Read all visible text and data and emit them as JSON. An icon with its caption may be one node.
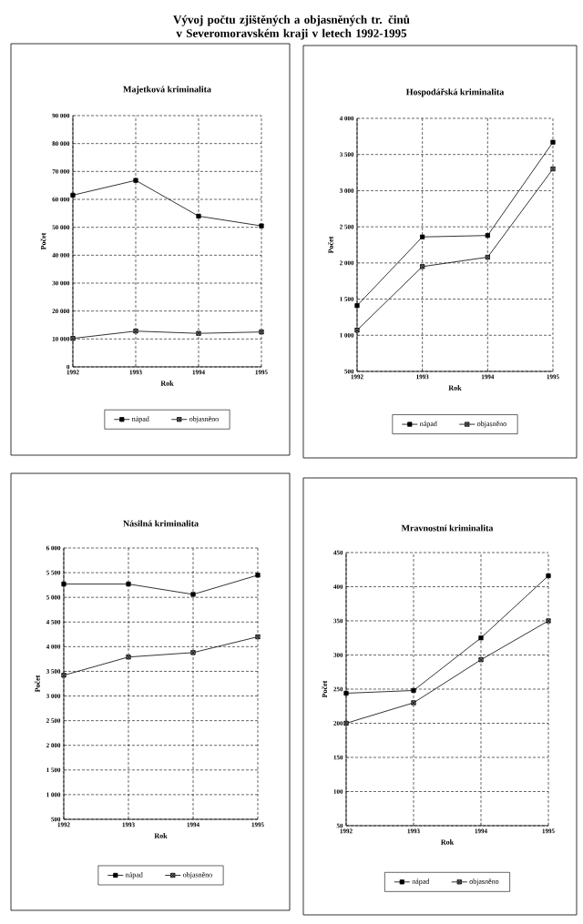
{
  "diagram": {
    "title": "Vývoj počtu zjištěných a objasněných tr. činů v Severomoravském kraji v letech 1992-1995",
    "chart_data": [
      {
        "type": "line",
        "grid": true,
        "legend": true,
        "title": "Majetková kriminalita",
        "xlabel": "Rok",
        "ylabel": "Počet",
        "categories": [
          "1992",
          "1993",
          "1994",
          "1995"
        ],
        "ylim": [
          0,
          90000
        ],
        "yticks": [
          {
            "value": 0,
            "label": "0"
          },
          {
            "value": 10000,
            "label": "10 000"
          },
          {
            "value": 20000,
            "label": "20 000"
          },
          {
            "value": 30000,
            "label": "30 000"
          },
          {
            "value": 40000,
            "label": "40 000"
          },
          {
            "value": 50000,
            "label": "50 000"
          },
          {
            "value": 60000,
            "label": "60 000"
          },
          {
            "value": 70000,
            "label": "70 000"
          },
          {
            "value": 80000,
            "label": "80 000"
          },
          {
            "value": 90000,
            "label": "90 000"
          }
        ],
        "series": [
          {
            "name": "nápad",
            "color": "#000000",
            "marker": "square",
            "values": [
              61500,
              66800,
              54000,
              50500
            ]
          },
          {
            "name": "objasněno",
            "color": "#000000",
            "marker": "square-x",
            "values": [
              10200,
              12800,
              12000,
              12500
            ]
          }
        ]
      },
      {
        "type": "line",
        "grid": true,
        "legend": true,
        "title": "Hospodářská kriminalita",
        "xlabel": "Rok",
        "ylabel": "Počet",
        "categories": [
          "1992",
          "1993",
          "1994",
          "1995"
        ],
        "ylim": [
          500,
          4000
        ],
        "yticks": [
          {
            "value": 500,
            "label": "500"
          },
          {
            "value": 1000,
            "label": "1 000"
          },
          {
            "value": 1500,
            "label": "1 500"
          },
          {
            "value": 2000,
            "label": "2 000"
          },
          {
            "value": 2500,
            "label": "2 500"
          },
          {
            "value": 3000,
            "label": "3 000"
          },
          {
            "value": 3500,
            "label": "3 500"
          },
          {
            "value": 4000,
            "label": "4 000"
          }
        ],
        "series": [
          {
            "name": "nápad",
            "color": "#000000",
            "marker": "square",
            "values": [
              1410,
              2360,
              2380,
              3670
            ]
          },
          {
            "name": "objasněno",
            "color": "#000000",
            "marker": "square-x",
            "values": [
              1070,
              1950,
              2080,
              3300
            ]
          }
        ]
      },
      {
        "type": "line",
        "grid": true,
        "legend": true,
        "title": "Násilná kriminalita",
        "xlabel": "Rok",
        "ylabel": "Počet",
        "categories": [
          "1992",
          "1993",
          "1994",
          "1995"
        ],
        "ylim": [
          500,
          6000
        ],
        "yticks": [
          {
            "value": 500,
            "label": "500"
          },
          {
            "value": 1000,
            "label": "1 000"
          },
          {
            "value": 1500,
            "label": "1 500"
          },
          {
            "value": 2000,
            "label": "2 000"
          },
          {
            "value": 2500,
            "label": "2 500"
          },
          {
            "value": 3000,
            "label": "3 000"
          },
          {
            "value": 3500,
            "label": "3 500"
          },
          {
            "value": 4000,
            "label": "4 000"
          },
          {
            "value": 4500,
            "label": "4 500"
          },
          {
            "value": 5000,
            "label": "5 000"
          },
          {
            "value": 5500,
            "label": "5 500"
          },
          {
            "value": 6000,
            "label": "6 000"
          }
        ],
        "series": [
          {
            "name": "nápad",
            "color": "#000000",
            "marker": "square",
            "values": [
              5270,
              5270,
              5060,
              5450
            ]
          },
          {
            "name": "objasněno",
            "color": "#000000",
            "marker": "square-x",
            "values": [
              3420,
              3790,
              3880,
              4200
            ]
          }
        ]
      },
      {
        "type": "line",
        "grid": true,
        "legend": true,
        "title": "Mravnostní kriminalita",
        "xlabel": "Rok",
        "ylabel": "Počet",
        "categories": [
          "1992",
          "1993",
          "1994",
          "1995"
        ],
        "ylim": [
          50,
          450
        ],
        "yticks": [
          {
            "value": 50,
            "label": "50"
          },
          {
            "value": 100,
            "label": "100"
          },
          {
            "value": 150,
            "label": "150"
          },
          {
            "value": 200,
            "label": "200"
          },
          {
            "value": 250,
            "label": "250"
          },
          {
            "value": 300,
            "label": "300"
          },
          {
            "value": 350,
            "label": "350"
          },
          {
            "value": 400,
            "label": "400"
          },
          {
            "value": 450,
            "label": "450"
          }
        ],
        "series": [
          {
            "name": "nápad",
            "color": "#000000",
            "marker": "square",
            "values": [
              244,
              248,
              325,
              416
            ]
          },
          {
            "name": "objasněno",
            "color": "#000000",
            "marker": "square-x",
            "values": [
              200,
              230,
              293,
              350
            ]
          }
        ]
      }
    ]
  }
}
